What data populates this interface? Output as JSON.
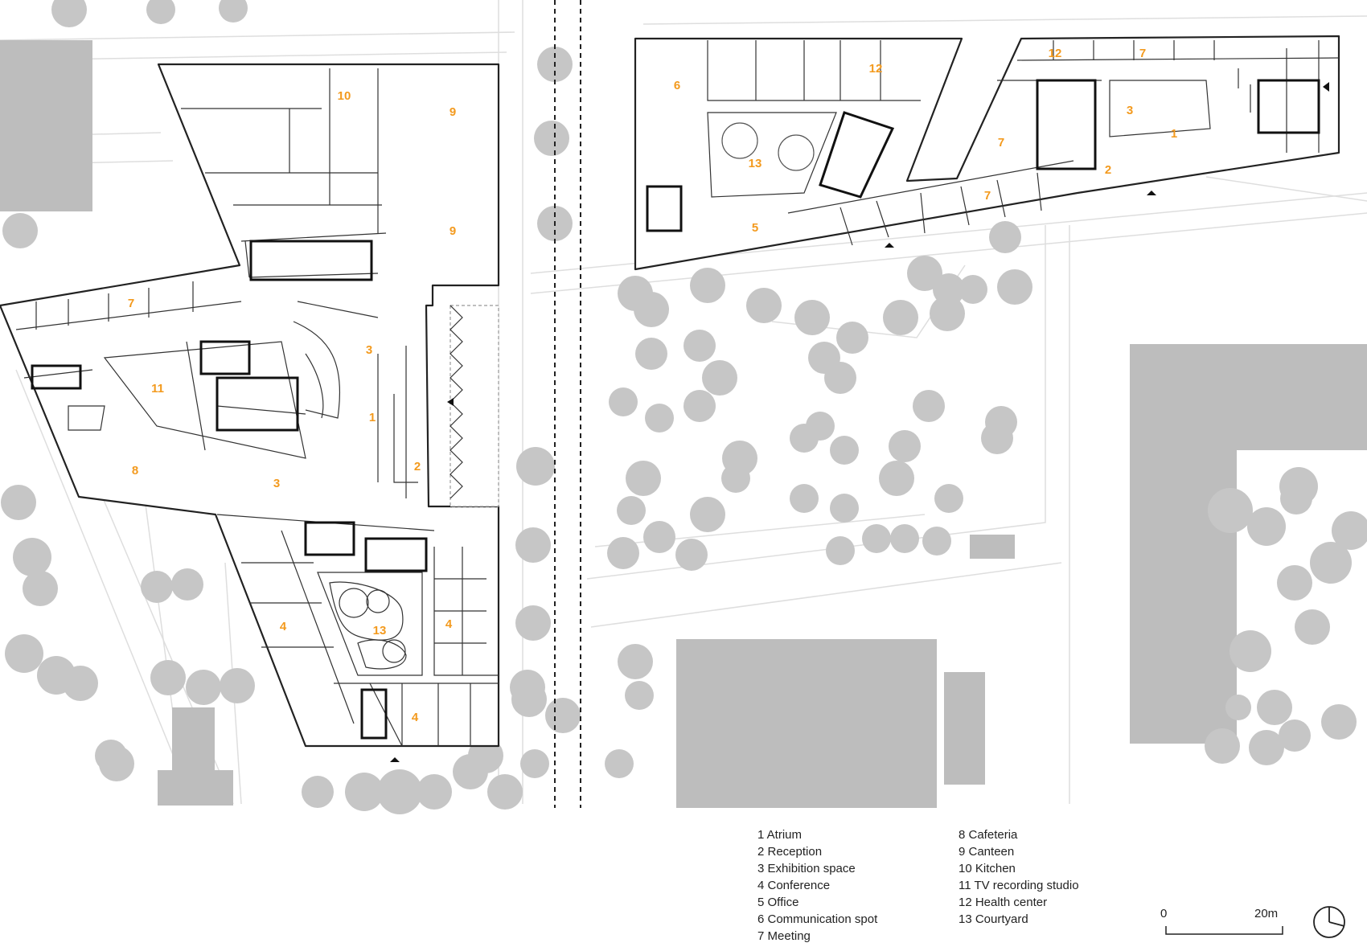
{
  "legend": {
    "col1": [
      "1 Atrium",
      "2 Reception",
      "3 Exhibition space",
      "4 Conference",
      "5 Office",
      "6 Communication spot",
      "7 Meeting"
    ],
    "col2": [
      "8 Cafeteria",
      "9 Canteen",
      "10 Kitchen",
      "11 TV recording studio",
      "12 Health center",
      "13 Courtyard"
    ]
  },
  "scale": {
    "start": "0",
    "end": "20m"
  },
  "colors": {
    "label": "#f39a1e",
    "tree": "#c6c6c6",
    "building": "#bdbdbd",
    "wall": "#222222",
    "road": "#dcdcdc"
  },
  "room_labels_left": [
    "10",
    "9",
    "9",
    "7",
    "3",
    "11",
    "1",
    "2",
    "8",
    "3",
    "4",
    "13",
    "4",
    "4"
  ],
  "room_labels_right": [
    "6",
    "12",
    "13",
    "5",
    "12",
    "7",
    "3",
    "1",
    "7",
    "2",
    "7"
  ]
}
